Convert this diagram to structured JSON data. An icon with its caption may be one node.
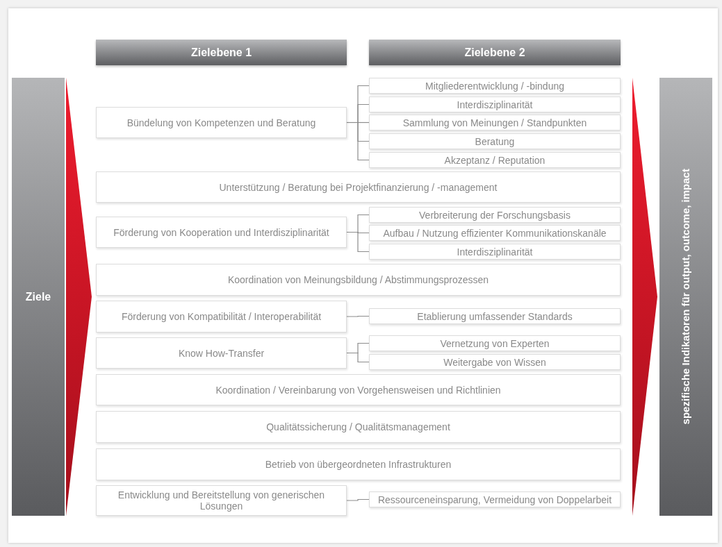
{
  "diagram": {
    "nodes": [
      {
        "text": [
          "Zielebene 1"
        ]
      },
      {
        "text": [
          "Zielebene 2"
        ]
      },
      {
        "text": [
          "Ziele"
        ]
      },
      {
        "text": [
          "spezifische Indikatoren für output, outcome, impact"
        ]
      },
      {
        "text": [
          "Bündelung von Kompetenzen und Beratung"
        ]
      },
      {
        "text": [
          "Mitgliederentwicklung / -bindung"
        ]
      },
      {
        "text": [
          "Interdisziplinarität"
        ]
      },
      {
        "text": [
          "Sammlung von Meinungen / Standpunkten"
        ]
      },
      {
        "text": [
          "Beratung"
        ]
      },
      {
        "text": [
          "Akzeptanz / Reputation"
        ]
      },
      {
        "text": [
          "Unterstützung / Beratung bei Projektfinanzierung / -management"
        ]
      },
      {
        "text": [
          "Förderung von Kooperation und Interdisziplinarität"
        ]
      },
      {
        "text": [
          "Verbreiterung der Forschungsbasis"
        ]
      },
      {
        "text": [
          "Aufbau / Nutzung effizienter Kommunikationskanäle"
        ]
      },
      {
        "text": [
          "Interdisziplinarität"
        ]
      },
      {
        "text": [
          "Koordination von Meinungsbildung / Abstimmungsprozessen"
        ]
      },
      {
        "text": [
          "Förderung von Kompatibilität / Interoperabilität"
        ]
      },
      {
        "text": [
          "Etablierung umfassender Standards"
        ]
      },
      {
        "text": [
          "Know How-Transfer"
        ]
      },
      {
        "text": [
          "Vernetzung von Experten"
        ]
      },
      {
        "text": [
          "Weitergabe von Wissen"
        ]
      },
      {
        "text": [
          "Koordination / Vereinbarung von Vorgehensweisen und Richtlinien"
        ]
      },
      {
        "text": [
          "Qualitätssicherung / Qualitätsmanagement"
        ]
      },
      {
        "text": [
          "Betrieb von übergeordneten Infrastrukturen"
        ]
      },
      {
        "text": [
          "Entwicklung und Bereitstellung von generischen Lösungen"
        ]
      },
      {
        "text": [
          "Ressourceneinsparung, Vermeidung von Doppelarbeit"
        ]
      },
      {
        "text": [],
        "shape": "triangle"
      },
      {
        "text": [],
        "shape": "triangle"
      }
    ],
    "edges": [
      {
        "from": 4,
        "to": 5,
        "arrow": "none"
      },
      {
        "from": 4,
        "to": 6,
        "arrow": "none"
      },
      {
        "from": 4,
        "to": 7,
        "arrow": "none"
      },
      {
        "from": 4,
        "to": 8,
        "arrow": "none"
      },
      {
        "from": 4,
        "to": 9,
        "arrow": "none"
      },
      {
        "from": 11,
        "to": 12,
        "arrow": "none"
      },
      {
        "from": 11,
        "to": 13,
        "arrow": "none"
      },
      {
        "from": 11,
        "to": 14,
        "arrow": "none"
      },
      {
        "from": 16,
        "to": 17,
        "arrow": "none"
      },
      {
        "from": 18,
        "to": 19,
        "arrow": "none"
      },
      {
        "from": 18,
        "to": 20,
        "arrow": "none"
      },
      {
        "from": 24,
        "to": 25,
        "arrow": "none"
      }
    ]
  }
}
